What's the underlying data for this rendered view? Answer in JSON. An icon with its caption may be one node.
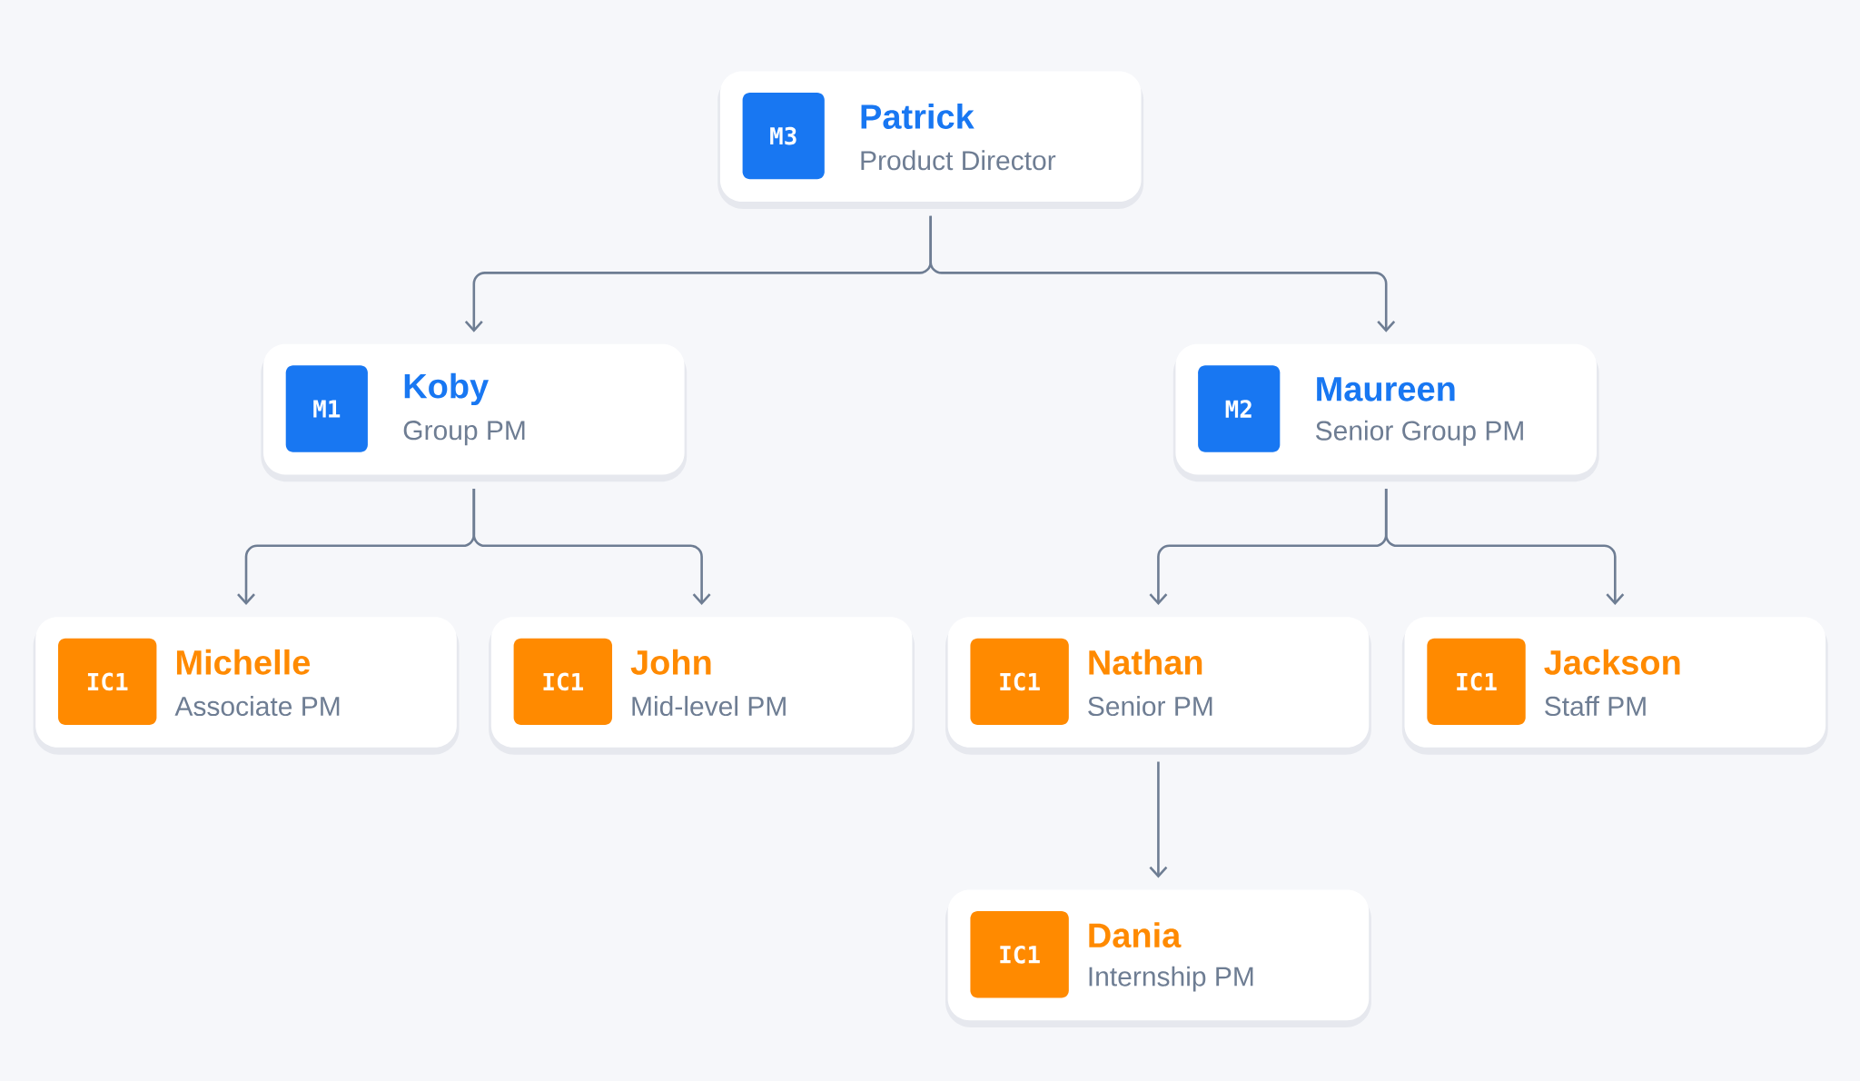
{
  "diagram": {
    "nodes": [
      {
        "text": [
          "Patrick",
          "Product Director"
        ]
      },
      {
        "text": [
          "M3"
        ],
        "in": 0
      },
      {
        "text": [
          "Koby",
          "Group PM"
        ]
      },
      {
        "text": [
          "M1"
        ],
        "in": 2
      },
      {
        "text": [
          "Maureen",
          "Senior Group PM"
        ]
      },
      {
        "text": [
          "M2"
        ],
        "in": 4
      },
      {
        "text": [
          "Michelle",
          "Associate PM"
        ]
      },
      {
        "text": [
          "IC1"
        ],
        "in": 6
      },
      {
        "text": [
          "John",
          "Mid-level PM"
        ]
      },
      {
        "text": [
          "IC1"
        ],
        "in": 8
      },
      {
        "text": [
          "Nathan",
          "Senior PM"
        ]
      },
      {
        "text": [
          "IC1"
        ],
        "in": 10
      },
      {
        "text": [
          "Jackson",
          "Staff PM"
        ]
      },
      {
        "text": [
          "IC1"
        ],
        "in": 12
      },
      {
        "text": [
          "Dania",
          "Internship PM"
        ]
      },
      {
        "text": [
          "IC1"
        ],
        "in": 14
      }
    ],
    "edges": [
      {
        "from": 0,
        "to": 2,
        "arrow": "to"
      },
      {
        "from": 0,
        "to": 4,
        "arrow": "to"
      },
      {
        "from": 2,
        "to": 6,
        "arrow": "to"
      },
      {
        "from": 2,
        "to": 8,
        "arrow": "to"
      },
      {
        "from": 4,
        "to": 10,
        "arrow": "to"
      },
      {
        "from": 4,
        "to": 12,
        "arrow": "to"
      },
      {
        "from": 10,
        "to": 14,
        "arrow": "to"
      }
    ]
  }
}
